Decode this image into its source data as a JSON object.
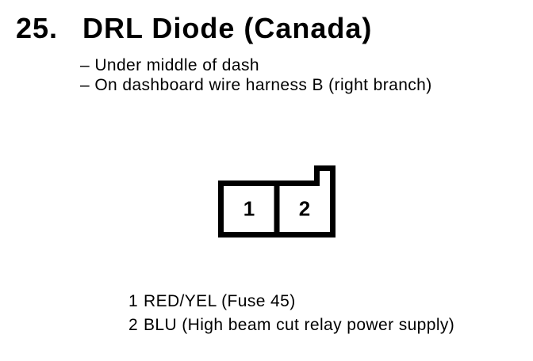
{
  "page": {
    "item_number": "25.",
    "title": "DRL Diode (Canada)",
    "location_notes": [
      "– Under middle of dash",
      "– On dashboard wire harness B (right branch)"
    ]
  },
  "connector": {
    "description": "2-cavity connector outline with lock tab at top right",
    "pins": [
      {
        "number": "1",
        "label": "RED/YEL (Fuse 45)"
      },
      {
        "number": "2",
        "label": "BLU (High beam cut relay power supply)"
      }
    ]
  },
  "colors": {
    "ink": "#000000",
    "background": "#ffffff"
  }
}
